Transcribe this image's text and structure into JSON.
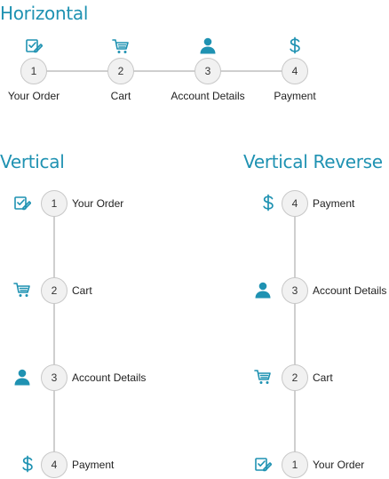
{
  "colors": {
    "accent": "#1f92b2",
    "node_fill": "#f1f1f1",
    "node_border": "#c8c8c8",
    "line": "#cfcfcf"
  },
  "horizontal": {
    "title": "Horizontal",
    "steps": [
      {
        "number": "1",
        "label": "Your Order",
        "icon": "order-edit-icon"
      },
      {
        "number": "2",
        "label": "Cart",
        "icon": "cart-icon"
      },
      {
        "number": "3",
        "label": "Account Details",
        "icon": "user-icon"
      },
      {
        "number": "4",
        "label": "Payment",
        "icon": "dollar-icon"
      }
    ]
  },
  "vertical": {
    "title": "Vertical",
    "steps": [
      {
        "number": "1",
        "label": "Your Order",
        "icon": "order-edit-icon"
      },
      {
        "number": "2",
        "label": "Cart",
        "icon": "cart-icon"
      },
      {
        "number": "3",
        "label": "Account Details",
        "icon": "user-icon"
      },
      {
        "number": "4",
        "label": "Payment",
        "icon": "dollar-icon"
      }
    ]
  },
  "vertical_reverse": {
    "title": "Vertical Reverse",
    "steps": [
      {
        "number": "4",
        "label": "Payment",
        "icon": "dollar-icon"
      },
      {
        "number": "3",
        "label": "Account Details",
        "icon": "user-icon"
      },
      {
        "number": "2",
        "label": "Cart",
        "icon": "cart-icon"
      },
      {
        "number": "1",
        "label": "Your Order",
        "icon": "order-edit-icon"
      }
    ]
  }
}
